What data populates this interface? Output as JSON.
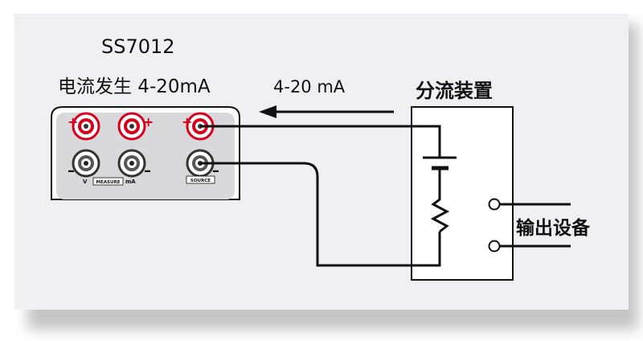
{
  "device": {
    "model": "SS7012",
    "subtitle": "电流发生 4-20mA",
    "measure_label": "MEASURE",
    "source_label": "SOURCE",
    "volt_label": "V",
    "ma_label": "mA",
    "plus": "+",
    "minus": "–"
  },
  "signal": {
    "current_label": "4-20 mA"
  },
  "shunt": {
    "label": "分流装置"
  },
  "output": {
    "label": "输出设备"
  },
  "colors": {
    "panel_bg": "#f0f0f2",
    "terminal_red": "#d6001c",
    "wire": "#111111"
  }
}
